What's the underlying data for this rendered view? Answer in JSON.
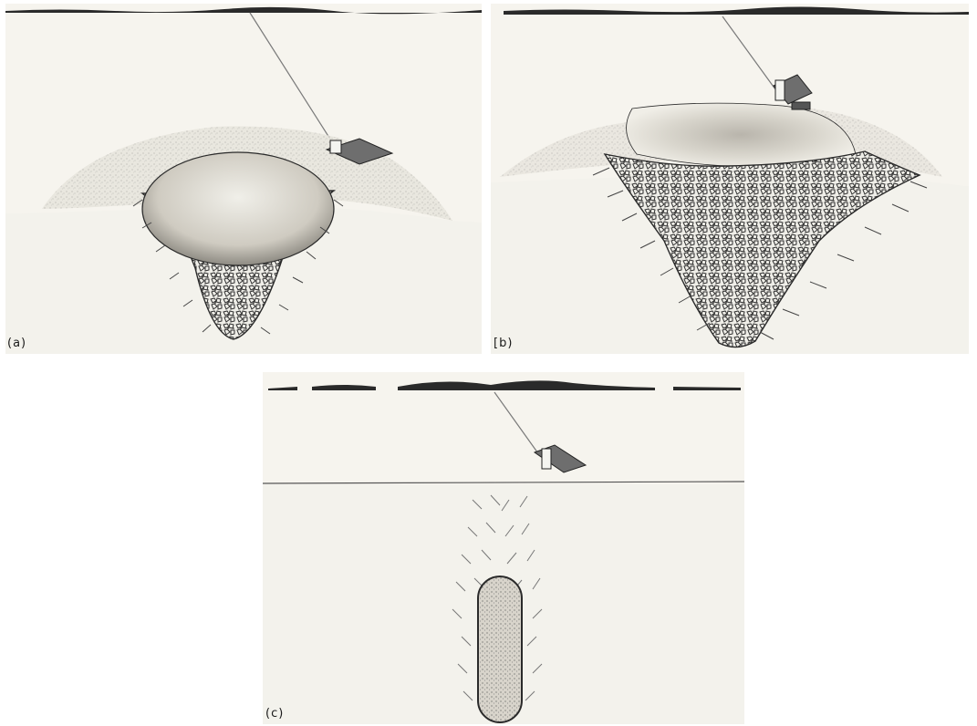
{
  "figure": {
    "panels": [
      {
        "id": "a",
        "label": "(a)"
      },
      {
        "id": "b",
        "label": "[b)"
      },
      {
        "id": "c",
        "label": "(c)"
      }
    ],
    "colors": {
      "sky": "#f6f4ee",
      "ground": "#f3f2ec",
      "outline": "#2a2a2a",
      "rubble": "#3a3a3a",
      "mound": "#cfcbc2",
      "cavity": "#e3e1da"
    }
  }
}
